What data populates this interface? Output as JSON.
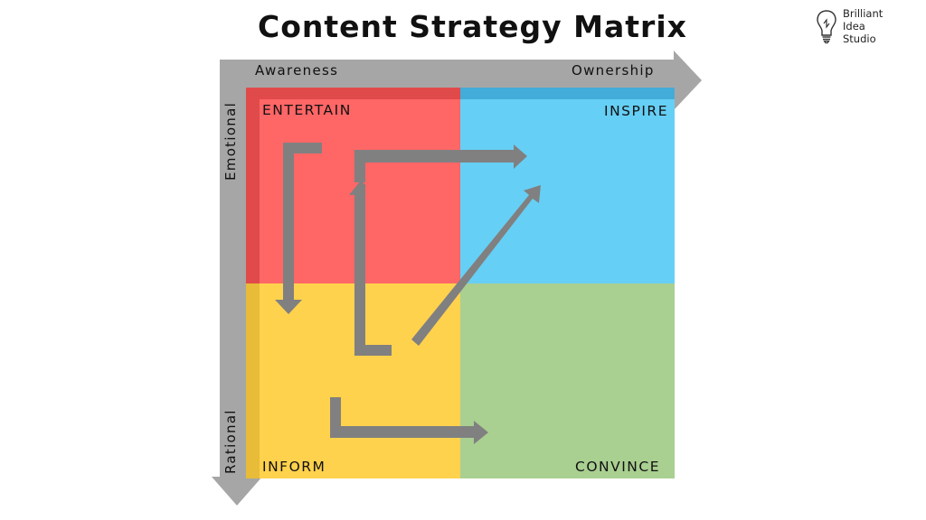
{
  "title": "Content Strategy Matrix",
  "logo": {
    "icon": "lightbulb-icon",
    "lines": [
      "Brilliant",
      "Idea",
      "Studio"
    ]
  },
  "axes": {
    "horizontal": {
      "start_label": "Awareness",
      "end_label": "Ownership"
    },
    "vertical": {
      "top_label": "Emotional",
      "bottom_label": "Rational"
    },
    "color": "#a6a6a6"
  },
  "quadrants": [
    {
      "id": "entertain",
      "label": "ENTERTAIN",
      "position": "top-left",
      "color": "#ff6666",
      "edge_color": "#e04a4a"
    },
    {
      "id": "inspire",
      "label": "INSPIRE",
      "position": "top-right",
      "color": "#66cff5",
      "edge_color": "#44acd8"
    },
    {
      "id": "inform",
      "label": "INFORM",
      "position": "bottom-left",
      "color": "#ffd24d",
      "edge_color": "#e8bb38"
    },
    {
      "id": "convince",
      "label": "CONVINCE",
      "position": "bottom-right",
      "color": "#a9cf91",
      "edge_color": "#a9cf91"
    }
  ],
  "flow_arrows": [
    {
      "from": "entertain",
      "to": "inform",
      "shape": "elbow-down"
    },
    {
      "from": "inform",
      "to": "inspire",
      "shape": "elbow-up-right"
    },
    {
      "from": "inform",
      "to": "inspire",
      "shape": "diagonal"
    },
    {
      "from": "inform",
      "to": "convince",
      "shape": "elbow-right"
    }
  ],
  "arrow_color": "#808080"
}
